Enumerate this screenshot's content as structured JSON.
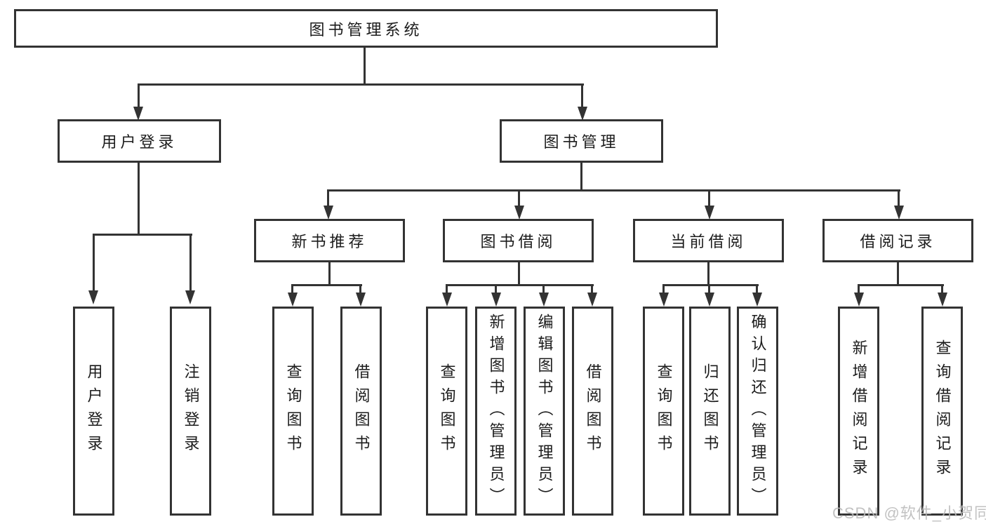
{
  "diagram": {
    "root": {
      "label": "图书管理系统"
    },
    "branches": [
      {
        "label": "用户登录",
        "children": [
          {
            "label": "用户登录"
          },
          {
            "label": "注销登录"
          }
        ]
      },
      {
        "label": "图书管理",
        "children": [
          {
            "label": "新书推荐",
            "children": [
              {
                "label": "查询图书"
              },
              {
                "label": "借阅图书"
              }
            ]
          },
          {
            "label": "图书借阅",
            "children": [
              {
                "label": "查询图书"
              },
              {
                "label": "新增图书（管理员）"
              },
              {
                "label": "编辑图书（管理员）"
              },
              {
                "label": "借阅图书"
              }
            ]
          },
          {
            "label": "当前借阅",
            "children": [
              {
                "label": "查询图书"
              },
              {
                "label": "归还图书"
              },
              {
                "label": "确认归还（管理员）"
              }
            ]
          },
          {
            "label": "借阅记录",
            "children": [
              {
                "label": "新增借阅记录"
              },
              {
                "label": "查询借阅记录"
              }
            ]
          }
        ]
      }
    ]
  },
  "watermark": {
    "text": "CSDN @软件_小贺同学"
  },
  "colors": {
    "line": "#333333",
    "text": "#1c1c1c",
    "watermark": "#b9b9b9",
    "background": "#ffffff"
  }
}
